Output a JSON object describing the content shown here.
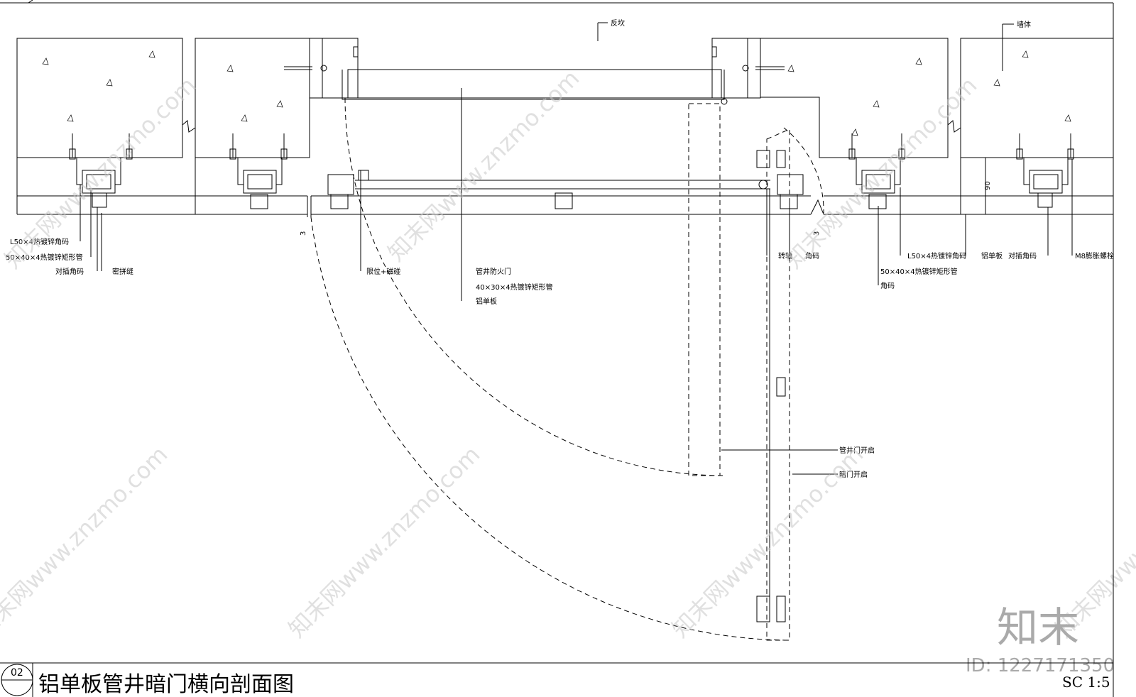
{
  "labels": {
    "fankan": "反坎",
    "wall": "墙体",
    "l50_left": "L50×4热镀锌角码",
    "rect50_left": "50×40×4热镀锌矩形管",
    "insert_left": "对插角码",
    "seam": "密拼缝",
    "limit": "限位+磁碰",
    "firedoor": "管井防火门",
    "rect40": "40×30×4热镀锌矩形管",
    "alu_mid": "铝单板",
    "pivot": "转轴",
    "corner_mid": "角码",
    "l50_right": "L50×4热镀锌角码",
    "alu_right": "铝单板",
    "insert_right": "对插角码",
    "bolt": "M8膨胀螺栓",
    "rect50_right": "50×40×4热镀锌矩形管",
    "corner_right": "角码",
    "shaft_open": "管井门开启",
    "hidden_open": "暗门开启",
    "dim_90": "90",
    "dim_3a": "3",
    "dim_3b": "3"
  },
  "title_block": {
    "number": "02",
    "title": "铝单板管井暗门横向剖面图",
    "scale": "SC 1:5"
  },
  "watermark": {
    "text": "知末网www.znzmo.com",
    "brand": "知末",
    "id": "ID: 1227171350"
  }
}
